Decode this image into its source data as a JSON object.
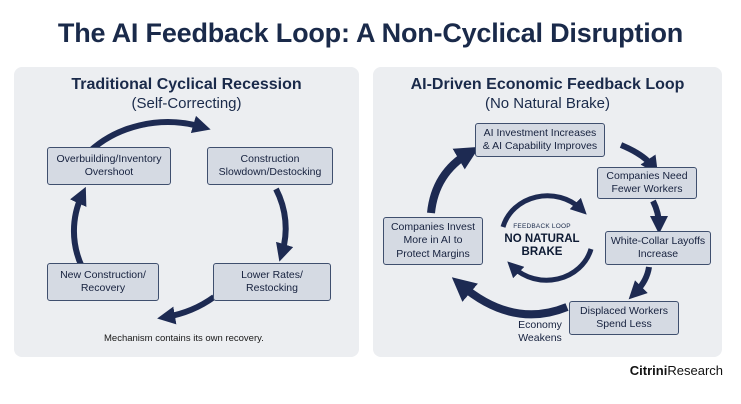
{
  "title": "The AI Feedback Loop: A Non-Cyclical Disruption",
  "left_panel": {
    "title": "Traditional Cyclical Recession",
    "subtitle": "(Self-Correcting)",
    "nodes": [
      "Overbuilding/Inventory Overshoot",
      "Construction Slowdown/Destocking",
      "Lower Rates/ Restocking",
      "New Construction/ Recovery"
    ],
    "caption": "Mechanism contains its own recovery."
  },
  "right_panel": {
    "title": "AI-Driven Economic Feedback Loop",
    "subtitle": "(No Natural Brake)",
    "nodes": [
      "AI Investment Increases & AI Capability Improves",
      "Companies Need Fewer Workers",
      "White-Collar Layoffs Increase",
      "Displaced Workers Spend Less",
      "Companies Invest More in AI to Protect Margins"
    ],
    "economy_label": "Economy Weakens",
    "center_small": "FEEDBACK LOOP",
    "center_big": "NO NATURAL BRAKE"
  },
  "brand": {
    "part1": "Citrini",
    "part2": "Research"
  },
  "colors": {
    "arrow": "#1d2a52",
    "node_fill": "#d5dae3",
    "node_border": "#3f4f6e",
    "panel_bg": "#eceef1"
  }
}
